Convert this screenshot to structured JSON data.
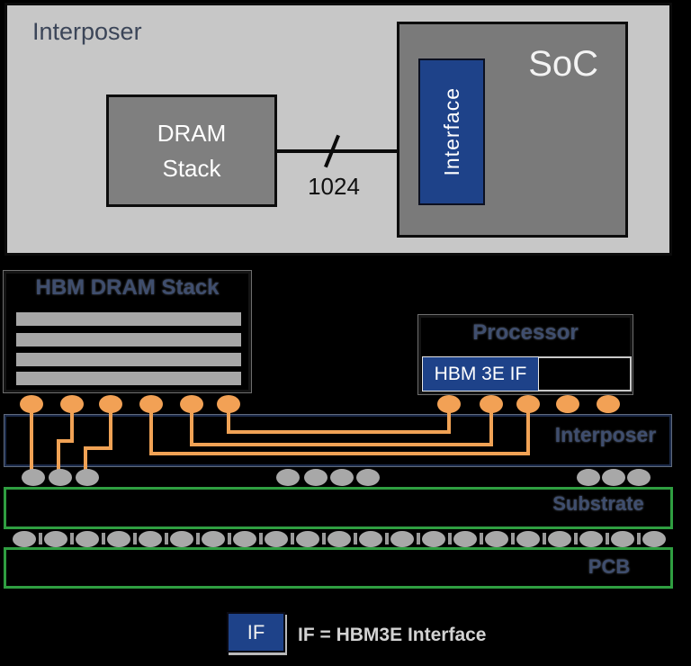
{
  "top_diagram": {
    "panel_label": "Interposer",
    "dram_stack": {
      "line1": "DRAM",
      "line2": "Stack"
    },
    "soc_label": "SoC",
    "interface_label": "Interface",
    "bus_width_label": "1024"
  },
  "hbm_stack": {
    "title": "HBM DRAM Stack",
    "die_layers": 4
  },
  "processor": {
    "title": "Processor",
    "hbm_if_label": "HBM 3E IF"
  },
  "interposer_label": "Interposer",
  "substrate_label": "Substrate",
  "pcb_label": "PCB",
  "legend": {
    "symbol_label": "IF",
    "caption": "IF = HBM3E Interface"
  },
  "colors": {
    "bump_orange": "#F2A155",
    "interface_blue": "#1E4289",
    "board_green": "#2F9E41",
    "ball_gray": "#A8A8A8",
    "label_navy": "#3F4E6E",
    "panel_gray": "#C7C7C7",
    "chip_gray": "#7F7F7F"
  }
}
